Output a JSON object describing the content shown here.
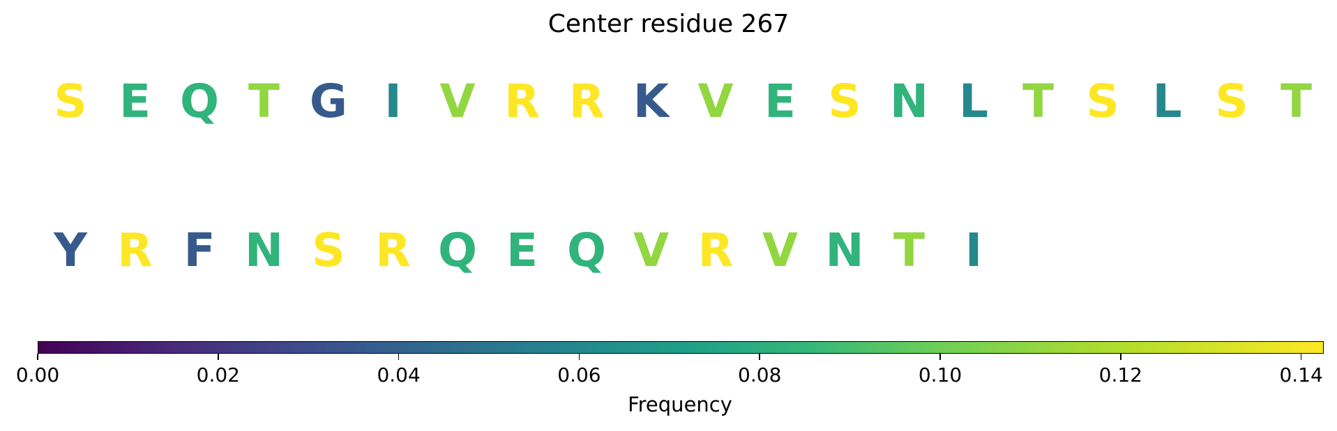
{
  "chart_data": {
    "type": "sequence-colormap",
    "title": "Center residue 267",
    "colorbar": {
      "label": "Frequency",
      "colormap": "viridis",
      "range": [
        0.0,
        0.1425
      ],
      "ticks": [
        "0.00",
        "0.02",
        "0.04",
        "0.06",
        "0.08",
        "0.10",
        "0.12",
        "0.14"
      ],
      "tick_values": [
        0.0,
        0.02,
        0.04,
        0.06,
        0.08,
        0.1,
        0.12,
        0.14
      ]
    },
    "rows": [
      [
        {
          "letter": "S",
          "value": 0.143
        },
        {
          "letter": "E",
          "value": 0.083
        },
        {
          "letter": "Q",
          "value": 0.083
        },
        {
          "letter": "T",
          "value": 0.107
        },
        {
          "letter": "G",
          "value": 0.036
        },
        {
          "letter": "I",
          "value": 0.06
        },
        {
          "letter": "V",
          "value": 0.107
        },
        {
          "letter": "R",
          "value": 0.143
        },
        {
          "letter": "R",
          "value": 0.143
        },
        {
          "letter": "K",
          "value": 0.036
        },
        {
          "letter": "V",
          "value": 0.107
        },
        {
          "letter": "E",
          "value": 0.083
        },
        {
          "letter": "S",
          "value": 0.143
        },
        {
          "letter": "N",
          "value": 0.083
        },
        {
          "letter": "L",
          "value": 0.06
        },
        {
          "letter": "T",
          "value": 0.107
        },
        {
          "letter": "S",
          "value": 0.143
        },
        {
          "letter": "L",
          "value": 0.06
        },
        {
          "letter": "S",
          "value": 0.143
        },
        {
          "letter": "T",
          "value": 0.107
        }
      ],
      [
        {
          "letter": "Y",
          "value": 0.036
        },
        {
          "letter": "R",
          "value": 0.143
        },
        {
          "letter": "F",
          "value": 0.036
        },
        {
          "letter": "N",
          "value": 0.083
        },
        {
          "letter": "S",
          "value": 0.143
        },
        {
          "letter": "R",
          "value": 0.143
        },
        {
          "letter": "Q",
          "value": 0.083
        },
        {
          "letter": "E",
          "value": 0.083
        },
        {
          "letter": "Q",
          "value": 0.083
        },
        {
          "letter": "V",
          "value": 0.107
        },
        {
          "letter": "R",
          "value": 0.143
        },
        {
          "letter": "V",
          "value": 0.107
        },
        {
          "letter": "N",
          "value": 0.083
        },
        {
          "letter": "T",
          "value": 0.107
        },
        {
          "letter": "I",
          "value": 0.06
        }
      ]
    ]
  }
}
